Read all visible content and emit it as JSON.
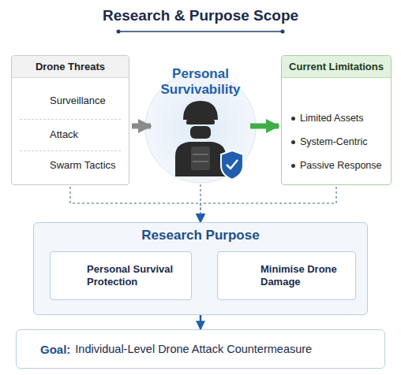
{
  "diagram": {
    "title": "Research & Purpose Scope",
    "nodes": [
      {
        "text": [
          "Drone Threats"
        ]
      },
      {
        "text": [
          "Surveillance"
        ],
        "in": 0
      },
      {
        "text": [
          "Attack"
        ],
        "in": 0
      },
      {
        "text": [
          "Swarm Tactics"
        ],
        "in": 0
      },
      {
        "text": [
          "Personal Survivability"
        ]
      },
      {
        "text": [
          "Current Limitations"
        ]
      },
      {
        "text": [
          "Limited Assets"
        ],
        "in": 5
      },
      {
        "text": [
          "System-Centric"
        ],
        "in": 5
      },
      {
        "text": [
          "Passive Response"
        ],
        "in": 5
      },
      {
        "text": [
          "Research Purpose"
        ]
      },
      {
        "text": [
          "Personal Survival Protection"
        ],
        "in": 9
      },
      {
        "text": [
          "Minimise Drone Damage"
        ],
        "in": 9
      },
      {
        "text": [
          "Goal:",
          "Individual-Level Drone Attack Countermeasure"
        ]
      }
    ],
    "edges": [
      {
        "from": 0,
        "to": 4,
        "arrow": "to"
      },
      {
        "from": 4,
        "to": 5,
        "arrow": "to"
      },
      {
        "from": 0,
        "to": 9,
        "arrow": "to"
      },
      {
        "from": 4,
        "to": 9,
        "arrow": "to"
      },
      {
        "from": 5,
        "to": 9,
        "arrow": "to"
      },
      {
        "from": 10,
        "to": 11,
        "arrow": "to"
      },
      {
        "from": 9,
        "to": 12,
        "arrow": "to"
      }
    ]
  }
}
